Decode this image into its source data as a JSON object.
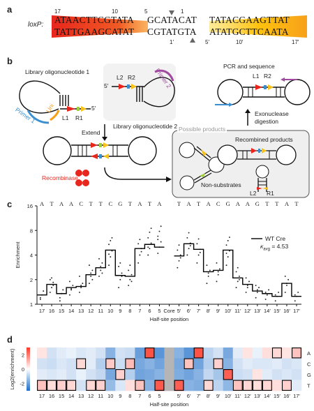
{
  "panel_a": {
    "letter": "a",
    "label": "loxP:",
    "top_numbers": [
      "17",
      "10",
      "5",
      "1"
    ],
    "bottom_numbers": [
      "1′",
      "5′",
      "10′",
      "17′"
    ],
    "top_strand": [
      "ATAACTTCGTATA",
      "GCATACAT",
      "TATACGAAGTTAT"
    ],
    "bottom_strand": [
      "TATTGAAGCATAT",
      "CGTATGTA",
      "ATATGCTTCAATA"
    ]
  },
  "panel_b": {
    "letter": "b",
    "lib1": "Library oligonucleotide 1",
    "lib2": "Library oligonucleotide 2",
    "primer1": "Primer 1",
    "primer2": "Primer 2",
    "uni": "Uni",
    "l1": "L1",
    "r1": "R1",
    "l2": "L2",
    "r2": "R2",
    "five_prime": "5′",
    "extend": "Extend",
    "recombinase": "Recombinase",
    "possible_products": "Possible products",
    "recombined_products": "Recombined products",
    "non_substrates": "Non-substrates",
    "pcr": "PCR and sequence",
    "exonuclease": "Exonuclease",
    "digestion": "digestion",
    "l1b": "L1",
    "r2b": "R2",
    "l2b": "L2",
    "r1b": "R1"
  },
  "panel_c": {
    "letter": "c",
    "legend": "WT Cre",
    "kappa_symbol": "κ",
    "kappa_sub": "avg",
    "kappa_value": "= 4.53"
  },
  "panel_d": {
    "letter": "d",
    "row_labels": [
      "A",
      "C",
      "G",
      "T"
    ]
  },
  "chart_data": [
    {
      "type": "line",
      "title": "",
      "xlabel": "Half-site position",
      "ylabel": "Enrichment",
      "yscale": "log2",
      "ylim": [
        1,
        16
      ],
      "yticks": [
        1,
        2,
        4,
        8,
        16
      ],
      "x": [
        "17",
        "16",
        "15",
        "14",
        "13",
        "12",
        "11",
        "10",
        "9",
        "8",
        "7",
        "6",
        "5",
        "Core",
        "5′",
        "6′",
        "7′",
        "8′",
        "9′",
        "10′",
        "11′",
        "12′",
        "13′",
        "14′",
        "15′",
        "16′",
        "17′"
      ],
      "seq_top": [
        "A",
        "T",
        "A",
        "A",
        "C",
        "T",
        "T",
        "C",
        "G",
        "T",
        "A",
        "T",
        "A",
        "",
        "T",
        "A",
        "T",
        "A",
        "C",
        "G",
        "A",
        "A",
        "G",
        "T",
        "T",
        "A",
        "T"
      ],
      "series": [
        {
          "name": "WT Cre",
          "values": [
            1.3,
            1.75,
            1.35,
            1.6,
            1.65,
            2.3,
            2.8,
            4.6,
            2.25,
            2.2,
            4.8,
            5.4,
            5.0,
            null,
            3.9,
            5.5,
            4.7,
            2.5,
            2.6,
            4.6,
            2.1,
            1.75,
            1.45,
            1.35,
            1.25,
            1.8,
            1.25
          ]
        }
      ],
      "points": [
        [
          1.15,
          1.3,
          1.45,
          1.2
        ],
        [
          1.4,
          1.6,
          1.85,
          2.0,
          2.1,
          1.7
        ],
        [
          1.2,
          1.35,
          1.5,
          1.1
        ],
        [
          1.3,
          1.5,
          1.7,
          1.9,
          1.55
        ],
        [
          1.4,
          1.6,
          1.8,
          2.2,
          1.7
        ],
        [
          1.8,
          2.2,
          2.6,
          3.0,
          2.4,
          2.0
        ],
        [
          2.2,
          2.6,
          3.2,
          3.6,
          2.9,
          2.4
        ],
        [
          3.0,
          3.8,
          4.5,
          5.4,
          6.0,
          6.5,
          4.1
        ],
        [
          1.6,
          2.0,
          2.4,
          2.9,
          3.2,
          2.2
        ],
        [
          1.7,
          2.0,
          2.3,
          2.6,
          3.0,
          1.9
        ],
        [
          3.2,
          4.0,
          4.8,
          5.5,
          6.2,
          4.4
        ],
        [
          4.0,
          4.8,
          5.6,
          6.5,
          7.6,
          8.5,
          5.0
        ],
        [
          4.2,
          5.0,
          5.8,
          6.8,
          7.8,
          9.0,
          6.2
        ],
        [],
        [
          2.8,
          3.4,
          4.0,
          4.6,
          5.3,
          3.7
        ],
        [
          4.0,
          4.8,
          5.6,
          6.5,
          7.5,
          5.2
        ],
        [
          3.2,
          4.0,
          4.7,
          5.5,
          6.3,
          4.3
        ],
        [
          1.8,
          2.2,
          2.6,
          3.0,
          2.4
        ],
        [
          1.9,
          2.3,
          2.7,
          3.2,
          2.5
        ],
        [
          3.0,
          3.8,
          4.5,
          5.3,
          6.0,
          6.6,
          4.2
        ],
        [
          1.6,
          1.9,
          2.2,
          2.5,
          2.8,
          2.0
        ],
        [
          1.4,
          1.6,
          1.9,
          2.1,
          1.7
        ],
        [
          1.2,
          1.4,
          1.6,
          1.7,
          1.5
        ],
        [
          1.15,
          1.3,
          1.5,
          1.4
        ],
        [
          1.1,
          1.25,
          1.4,
          1.3
        ],
        [
          1.4,
          1.7,
          2.0,
          2.2,
          1.8
        ],
        [
          1.1,
          1.25,
          1.4,
          1.3
        ]
      ],
      "legend_position": "right"
    },
    {
      "type": "heatmap",
      "xlabel": "Half-site position",
      "ylabel": "Log2(enrichment)",
      "colorbar_ticks": [
        2,
        0,
        -2
      ],
      "x": [
        "17",
        "16",
        "15",
        "14",
        "13",
        "12",
        "11",
        "10",
        "9",
        "8",
        "7",
        "6",
        "5",
        "",
        "5′",
        "6′",
        "7′",
        "8′",
        "9′",
        "10′",
        "11′",
        "12′",
        "13′",
        "14′",
        "15′",
        "16′",
        "17′"
      ],
      "rows": [
        "A",
        "C",
        "G",
        "T"
      ],
      "values": [
        [
          0.4,
          -0.6,
          -0.4,
          -0.3,
          -0.5,
          -0.4,
          -0.6,
          -1.6,
          -0.6,
          -0.7,
          -2.0,
          2.6,
          -2.2,
          null,
          -1.6,
          -2.2,
          2.6,
          -0.9,
          -0.6,
          -1.8,
          -0.4,
          0.4,
          -0.3,
          0.5,
          0.6,
          0.4,
          0.9
        ],
        [
          -0.6,
          -0.7,
          -0.5,
          -0.6,
          0.6,
          -0.4,
          -1.0,
          0.8,
          -0.7,
          1.0,
          -1.8,
          -1.6,
          -1.9,
          null,
          -1.8,
          0.9,
          -1.9,
          -1.0,
          0.7,
          -1.6,
          -0.6,
          -0.4,
          -0.5,
          -0.5,
          -0.4,
          -0.6,
          -0.5
        ],
        [
          -0.4,
          -0.5,
          -0.4,
          -0.6,
          -0.3,
          -0.6,
          -0.8,
          -1.8,
          0.7,
          -1.0,
          -1.9,
          -1.8,
          -1.6,
          null,
          -1.7,
          -1.9,
          -1.6,
          -0.8,
          -1.2,
          2.4,
          -0.7,
          -0.6,
          0.4,
          -0.4,
          -0.6,
          -0.5,
          -0.6
        ],
        [
          0.9,
          0.5,
          0.7,
          0.6,
          -0.6,
          0.6,
          0.7,
          -1.4,
          -0.5,
          0.5,
          0.9,
          -1.6,
          2.5,
          null,
          2.4,
          -1.6,
          -1.7,
          0.6,
          -0.9,
          -1.5,
          0.9,
          0.6,
          0.5,
          0.6,
          0.5,
          0.7,
          -0.4
        ]
      ],
      "outlined_consensus": true
    }
  ]
}
